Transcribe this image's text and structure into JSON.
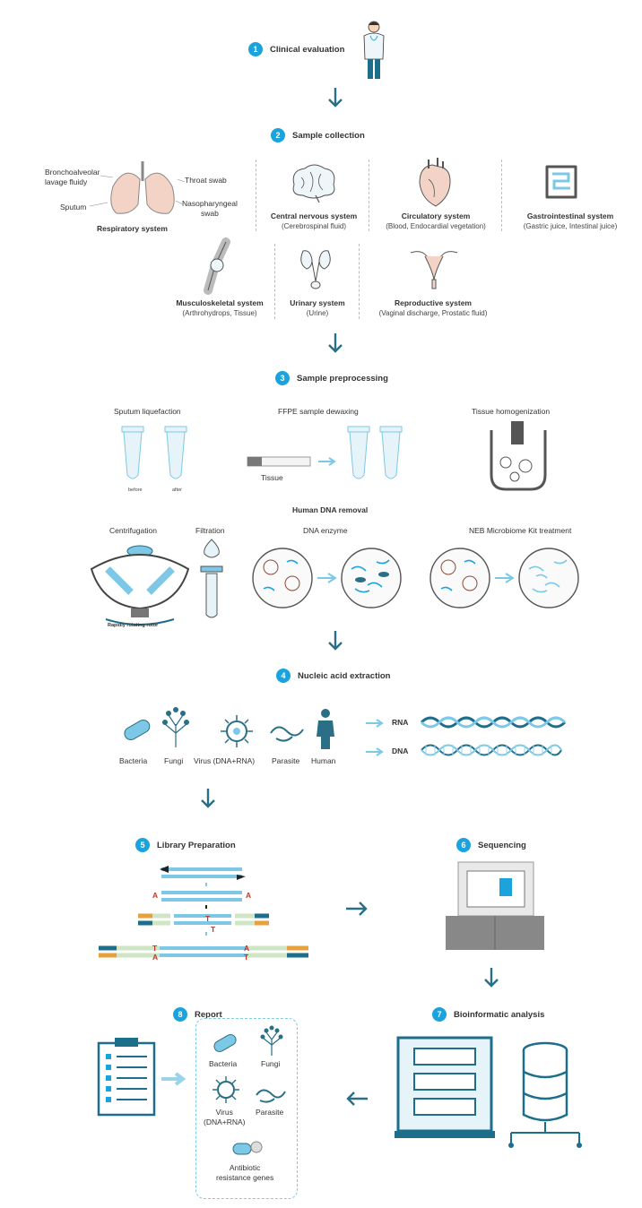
{
  "steps": {
    "s1": {
      "num": "1",
      "title": "Clinical evaluation"
    },
    "s2": {
      "num": "2",
      "title": "Sample collection"
    },
    "s3": {
      "num": "3",
      "title": "Sample preprocessing"
    },
    "s4": {
      "num": "4",
      "title": "Nucleic acid extraction"
    },
    "s5": {
      "num": "5",
      "title": "Library Preparation"
    },
    "s6": {
      "num": "6",
      "title": "Sequencing"
    },
    "s7": {
      "num": "7",
      "title": "Bioinformatic analysis"
    },
    "s8": {
      "num": "8",
      "title": "Report"
    }
  },
  "respiratory": {
    "bal": "Bronchoalveolar\nlavage fluidy",
    "throat": "Throat swab",
    "sputum": "Sputum",
    "naso": "Nasopharyngeal\nswab",
    "name": "Respiratory system"
  },
  "systems": {
    "cns": {
      "name": "Central nervous system",
      "sub": "(Cerebrospinal fluid)"
    },
    "circ": {
      "name": "Circulatory system",
      "sub": "(Blood, Endocardial vegetation)"
    },
    "gi": {
      "name": "Gastrointestinal system",
      "sub": "(Gastric juice, Intestinal juice)"
    },
    "msk": {
      "name": "Musculoskeletal system",
      "sub": "(Arthrohydrops, Tissue)"
    },
    "uri": {
      "name": "Urinary system",
      "sub": "(Urine)"
    },
    "rep": {
      "name": "Reproductive system",
      "sub": "(Vaginal discharge, Prostatic fluid)"
    }
  },
  "preprocessing": {
    "sputum": "Sputum liquefaction",
    "before": "before",
    "after": "after",
    "ffpe": "FFPE sample dewaxing",
    "tissue": "Tissue",
    "homog": "Tissue homogenization",
    "hdr": "Human DNA removal",
    "centri": "Centrifugation",
    "rotor": "Rapidly rotating rotor",
    "filtration": "Filtration",
    "enzyme": "DNA enzyme",
    "neb": "NEB Microbiome Kit treatment"
  },
  "extraction": {
    "bacteria": "Bacteria",
    "fungi": "Fungi",
    "virus": "Virus (DNA+RNA)",
    "parasite": "Parasite",
    "human": "Human",
    "rna": "RNA",
    "dna": "DNA"
  },
  "library": {
    "a": "A",
    "t": "T"
  },
  "report": {
    "bacteria": "Bacteria",
    "fungi": "Fungi",
    "virus": "Virus\n(DNA+RNA)",
    "parasite": "Parasite",
    "abr": "Antibiotic\nresistance genes"
  },
  "colors": {
    "accent": "#1aa3dd",
    "arrow": "#2a6f86",
    "lightblue": "#7cc8e6",
    "dark": "#1d6e8a"
  }
}
